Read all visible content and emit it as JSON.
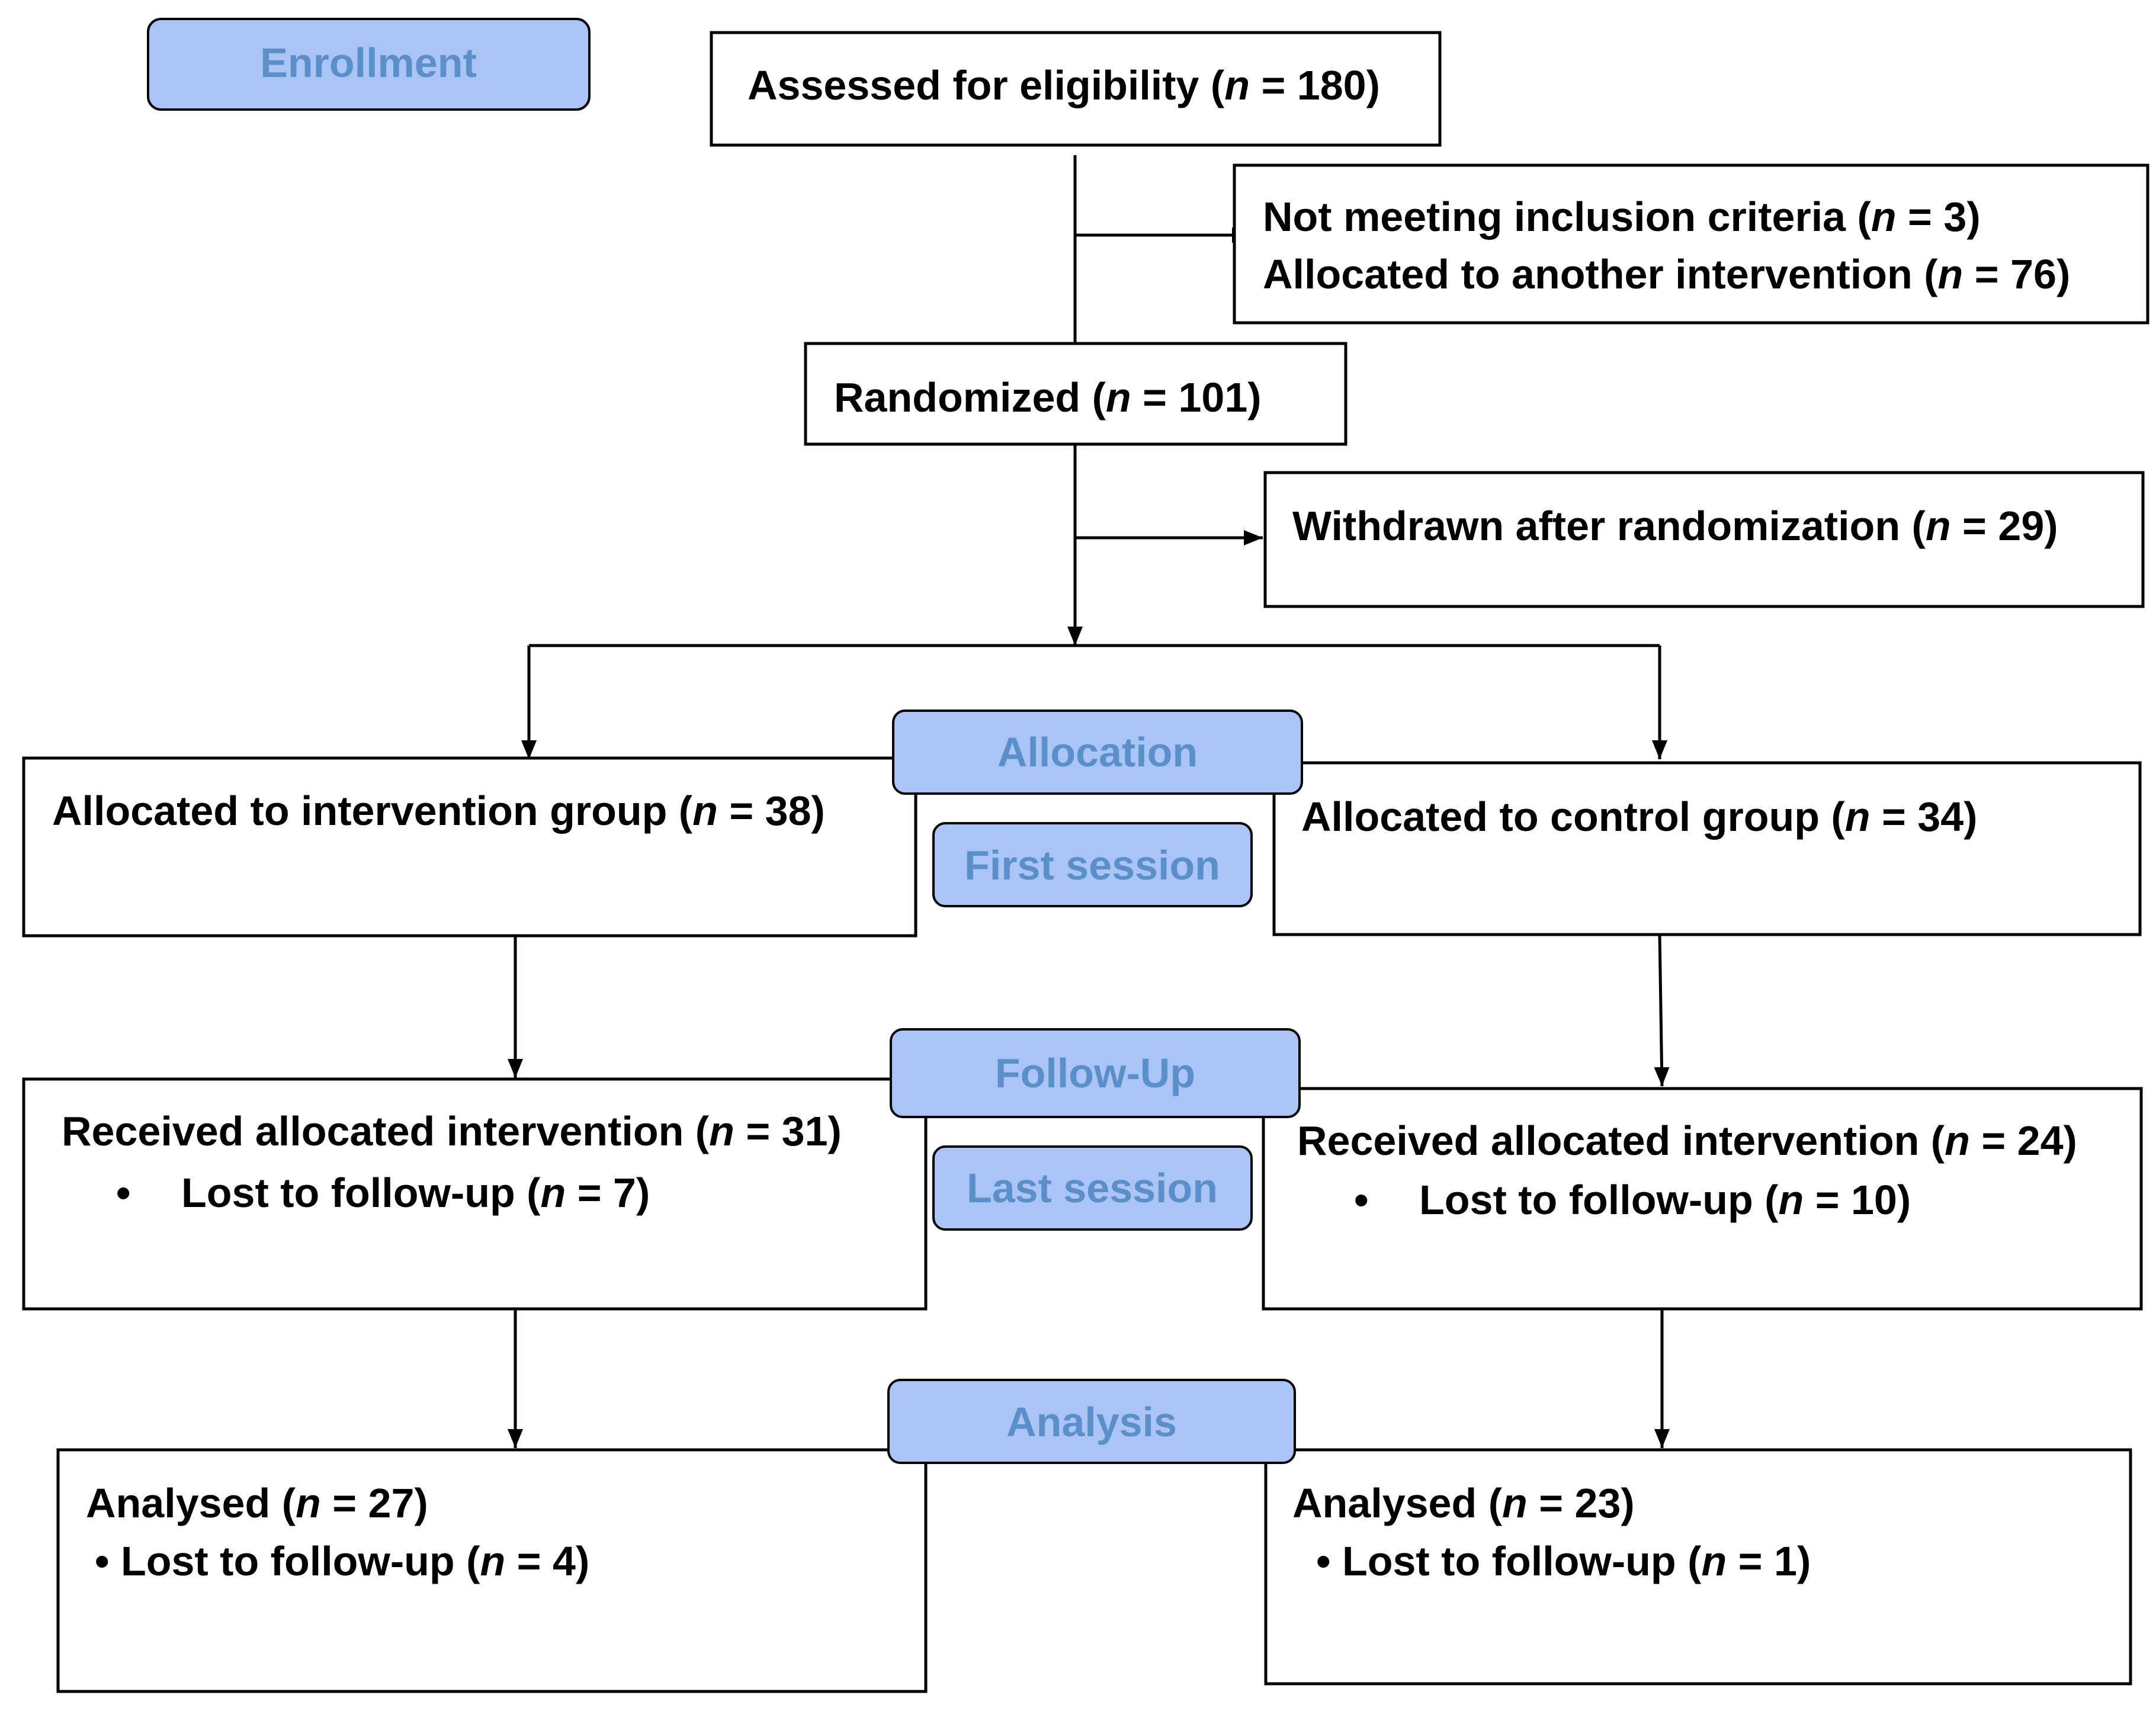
{
  "colors": {
    "stage_fill": "#a9c4f5",
    "stage_text": "#5b8fc9",
    "line": "#000000",
    "box_fill": "#ffffff"
  },
  "stages": {
    "enrollment": "Enrollment",
    "allocation": "Allocation",
    "first_session": "First session",
    "follow_up": "Follow-Up",
    "last_session": "Last session",
    "analysis": "Analysis"
  },
  "boxes": {
    "assessed": {
      "label": "Assessed for eligibility (",
      "n": "180"
    },
    "excluded": {
      "not_meeting": {
        "label": "Not meeting inclusion criteria (",
        "n": "3"
      },
      "other_intervention": {
        "label": "Allocated to another intervention (",
        "n": "76"
      }
    },
    "randomized": {
      "label": "Randomized (",
      "n": "101"
    },
    "withdrawn": {
      "label": "Withdrawn after randomization (",
      "n": "29"
    },
    "intervention": {
      "allocated": {
        "label": "Allocated to intervention group (",
        "n": "38"
      },
      "received": {
        "label": "Received allocated intervention (",
        "n": "31"
      },
      "lost_followup": {
        "bullet": "•",
        "label": "Lost to follow-up (",
        "n": "7"
      },
      "analysed": {
        "label": "Analysed (",
        "n": "27"
      },
      "analysis_lost": {
        "label": "• Lost to follow-up (",
        "n": "4"
      }
    },
    "control": {
      "allocated": {
        "label": "Allocated to control group (",
        "n": "34"
      },
      "received": {
        "label": "Received allocated intervention (",
        "n": "24"
      },
      "lost_followup": {
        "bullet": "•",
        "label": "Lost to follow-up (",
        "n": "10"
      },
      "analysed": {
        "label": "Analysed (",
        "n": "23"
      },
      "analysis_lost": {
        "label": "• Lost to follow-up (",
        "n": "1"
      }
    }
  },
  "n_symbol": "n",
  "equals": " = ",
  "close_paren": ")"
}
